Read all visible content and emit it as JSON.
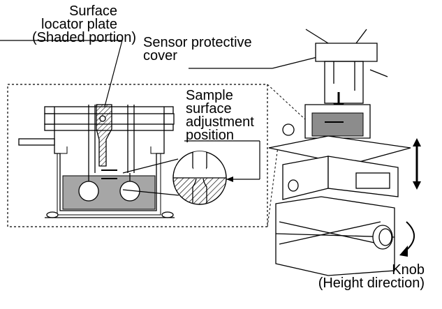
{
  "labels": {
    "surface_locator_plate": [
      "Surface",
      "locator plate",
      "(Shaded portion)"
    ],
    "sensor_protective_cover": [
      "Sensor protective",
      "cover"
    ],
    "sample_surface_adjustment_position": [
      "Sample",
      "surface",
      "adjustment",
      "position"
    ],
    "knob": [
      "Knob",
      "(Height direction)"
    ]
  },
  "colors": {
    "line": "#000000",
    "liquid": "#a6a6a6",
    "sample_block": "#8c8c8c",
    "background": "#ffffff"
  }
}
